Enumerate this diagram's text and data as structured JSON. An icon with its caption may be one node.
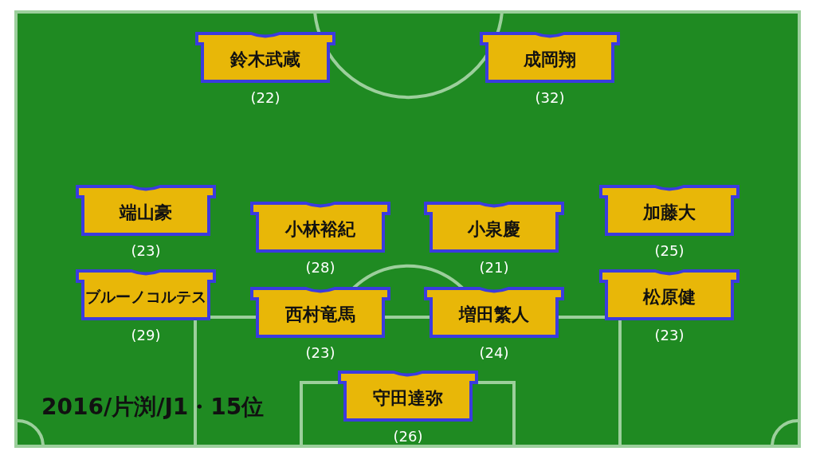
{
  "diagram": {
    "nodes": [
      {
        "text": [
          "鈴木武蔵"
        ],
        "beside": [
          "(22)"
        ]
      },
      {
        "text": [
          "成岡翔"
        ],
        "beside": [
          "(32)"
        ]
      },
      {
        "text": [
          "端山豪"
        ],
        "beside": [
          "(23)"
        ]
      },
      {
        "text": [
          "小林裕紀"
        ],
        "beside": [
          "(28)"
        ]
      },
      {
        "text": [
          "小泉慶"
        ],
        "beside": [
          "(21)"
        ]
      },
      {
        "text": [
          "加藤大"
        ],
        "beside": [
          "(25)"
        ]
      },
      {
        "text": [
          "ブルーノコルテス"
        ],
        "beside": [
          "(29)"
        ]
      },
      {
        "text": [
          "西村竜馬"
        ],
        "beside": [
          "(23)"
        ]
      },
      {
        "text": [
          "増田繁人"
        ],
        "beside": [
          "(24)"
        ]
      },
      {
        "text": [
          "松原健"
        ],
        "beside": [
          "(23)"
        ]
      },
      {
        "text": [
          "守田達弥"
        ],
        "beside": [
          "(26)"
        ]
      }
    ],
    "labels": [
      "2016/片渕/J1・15位"
    ]
  }
}
